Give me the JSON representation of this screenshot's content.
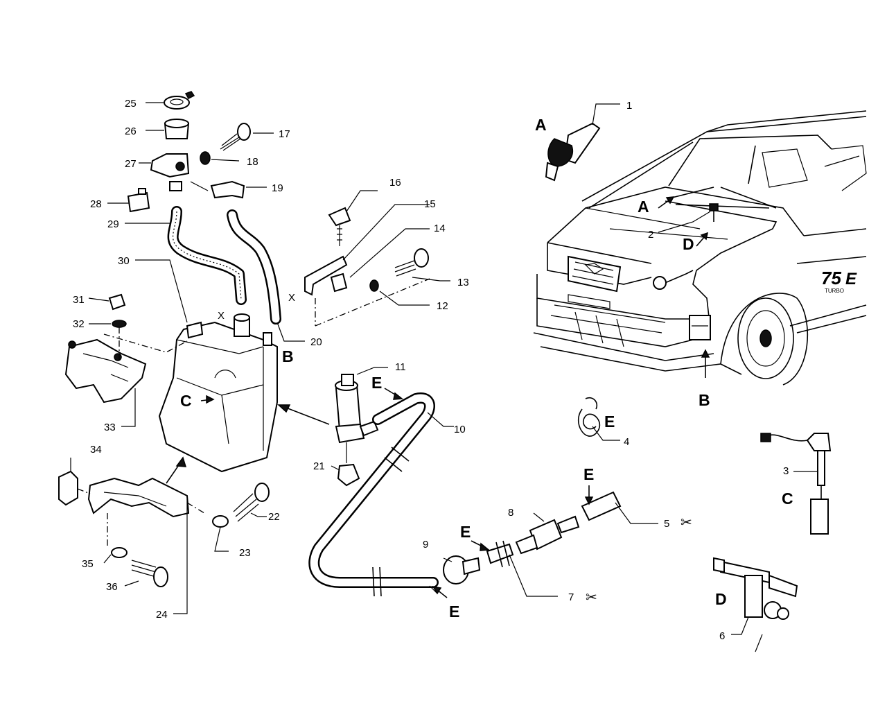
{
  "labels": {
    "n1": "1",
    "n2": "2",
    "n3": "3",
    "n4": "4",
    "n5": "5",
    "n6": "6",
    "n7": "7",
    "n8": "8",
    "n9": "9",
    "n10": "10",
    "n11": "11",
    "n12": "12",
    "n13": "13",
    "n14": "14",
    "n15": "15",
    "n16": "16",
    "n17": "17",
    "n18": "18",
    "n19": "19",
    "n20": "20",
    "n21": "21",
    "n22": "22",
    "n23": "23",
    "n24": "24",
    "n25": "25",
    "n26": "26",
    "n27": "27",
    "n28": "28",
    "n29": "29",
    "n30": "30",
    "n31": "31",
    "n32": "32",
    "n33": "33",
    "n34": "34",
    "n35": "35",
    "n36": "36"
  },
  "letters": {
    "A": "A",
    "B": "B",
    "C": "C",
    "D": "D",
    "E": "E",
    "X": "X"
  },
  "scissors_icon": "✂",
  "car_badge": {
    "model": "75",
    "line": "TURBO",
    "suffix": "E"
  }
}
